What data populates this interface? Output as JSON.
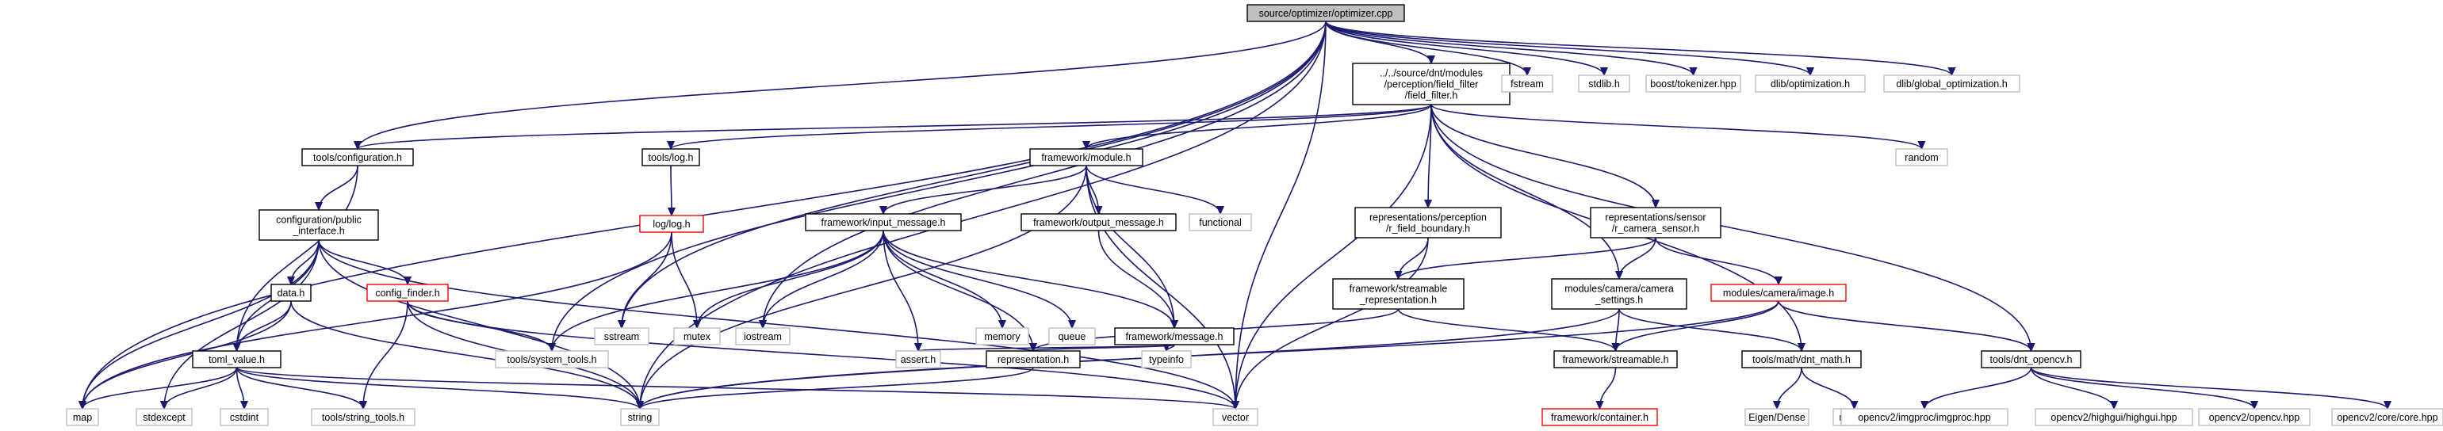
{
  "diagram": {
    "title": "",
    "colors": {
      "edge_primary": "#191970",
      "edge_secondary": "#1a1a70",
      "box_normal": "#000000",
      "box_leaf": "#bfbfbf",
      "box_missing": "#ff0000",
      "root_fill": "#bfbfbf",
      "text": "#000000"
    },
    "nodes": {
      "optimizer_cpp": {
        "lines": [
          "source/optimizer/optimizer.cpp"
        ],
        "kind": "root"
      },
      "field_filter": {
        "lines": [
          "../../source/dnt/modules",
          "/perception/field_filter",
          "/field_filter.h"
        ],
        "kind": "normal"
      },
      "fstream": {
        "lines": [
          "fstream"
        ],
        "kind": "leaf"
      },
      "stdlib": {
        "lines": [
          "stdlib.h"
        ],
        "kind": "leaf"
      },
      "tokenizer": {
        "lines": [
          "boost/tokenizer.hpp"
        ],
        "kind": "leaf"
      },
      "dlib_opt": {
        "lines": [
          "dlib/optimization.h"
        ],
        "kind": "leaf"
      },
      "dlib_global": {
        "lines": [
          "dlib/global_optimization.h"
        ],
        "kind": "leaf"
      },
      "tools_config": {
        "lines": [
          "tools/configuration.h"
        ],
        "kind": "normal"
      },
      "tools_log": {
        "lines": [
          "tools/log.h"
        ],
        "kind": "normal"
      },
      "fw_module": {
        "lines": [
          "framework/module.h"
        ],
        "kind": "normal"
      },
      "random": {
        "lines": [
          "random"
        ],
        "kind": "leaf"
      },
      "config_public": {
        "lines": [
          "configuration/public",
          "_interface.h"
        ],
        "kind": "normal"
      },
      "log_log": {
        "lines": [
          "log/log.h"
        ],
        "kind": "missing"
      },
      "fw_input": {
        "lines": [
          "framework/input_message.h"
        ],
        "kind": "normal"
      },
      "fw_output": {
        "lines": [
          "framework/output_message.h"
        ],
        "kind": "normal"
      },
      "functional": {
        "lines": [
          "functional"
        ],
        "kind": "leaf"
      },
      "rep_field_boundary": {
        "lines": [
          "representations/perception",
          "/r_field_boundary.h"
        ],
        "kind": "normal"
      },
      "rep_camera_sensor": {
        "lines": [
          "representations/sensor",
          "/r_camera_sensor.h"
        ],
        "kind": "normal"
      },
      "data_h": {
        "lines": [
          "data.h"
        ],
        "kind": "normal"
      },
      "config_finder": {
        "lines": [
          "config_finder.h"
        ],
        "kind": "missing"
      },
      "sstream": {
        "lines": [
          "sstream"
        ],
        "kind": "leaf"
      },
      "mutex": {
        "lines": [
          "mutex"
        ],
        "kind": "leaf"
      },
      "iostream": {
        "lines": [
          "iostream"
        ],
        "kind": "leaf"
      },
      "memory": {
        "lines": [
          "memory"
        ],
        "kind": "leaf"
      },
      "queue": {
        "lines": [
          "queue"
        ],
        "kind": "leaf"
      },
      "fw_message": {
        "lines": [
          "framework/message.h"
        ],
        "kind": "normal"
      },
      "fw_streamable_rep": {
        "lines": [
          "framework/streamable",
          "_representation.h"
        ],
        "kind": "normal"
      },
      "cam_settings": {
        "lines": [
          "modules/camera/camera",
          "_settings.h"
        ],
        "kind": "normal"
      },
      "cam_image": {
        "lines": [
          "modules/camera/image.h"
        ],
        "kind": "missing"
      },
      "toml_value": {
        "lines": [
          "toml_value.h"
        ],
        "kind": "normal"
      },
      "tools_system": {
        "lines": [
          "tools/system_tools.h"
        ],
        "kind": "leaf"
      },
      "assert_h": {
        "lines": [
          "assert.h"
        ],
        "kind": "leaf"
      },
      "representation": {
        "lines": [
          "representation.h"
        ],
        "kind": "normal"
      },
      "typeinfo": {
        "lines": [
          "typeinfo"
        ],
        "kind": "leaf"
      },
      "fw_streamable": {
        "lines": [
          "framework/streamable.h"
        ],
        "kind": "normal"
      },
      "dnt_math": {
        "lines": [
          "tools/math/dnt_math.h"
        ],
        "kind": "normal"
      },
      "dnt_opencv": {
        "lines": [
          "tools/dnt_opencv.h"
        ],
        "kind": "normal"
      },
      "map": {
        "lines": [
          "map"
        ],
        "kind": "leaf"
      },
      "stdexcept": {
        "lines": [
          "stdexcept"
        ],
        "kind": "leaf"
      },
      "cstdint": {
        "lines": [
          "cstdint"
        ],
        "kind": "leaf"
      },
      "string_tools": {
        "lines": [
          "tools/string_tools.h"
        ],
        "kind": "leaf"
      },
      "string": {
        "lines": [
          "string"
        ],
        "kind": "leaf"
      },
      "vector": {
        "lines": [
          "vector"
        ],
        "kind": "leaf"
      },
      "fw_container": {
        "lines": [
          "framework/container.h"
        ],
        "kind": "missing"
      },
      "eigen": {
        "lines": [
          "Eigen/Dense"
        ],
        "kind": "leaf"
      },
      "math_h": {
        "lines": [
          "math.h"
        ],
        "kind": "leaf"
      },
      "cv_imgproc": {
        "lines": [
          "opencv2/imgproc/imgproc.hpp"
        ],
        "kind": "leaf"
      },
      "cv_highgui": {
        "lines": [
          "opencv2/highgui/highgui.hpp"
        ],
        "kind": "leaf"
      },
      "cv_opencv": {
        "lines": [
          "opencv2/opencv.hpp"
        ],
        "kind": "leaf"
      },
      "cv_core": {
        "lines": [
          "opencv2/core/core.hpp"
        ],
        "kind": "leaf"
      }
    },
    "edges": [
      [
        "optimizer_cpp",
        "field_filter"
      ],
      [
        "optimizer_cpp",
        "fstream"
      ],
      [
        "optimizer_cpp",
        "stdlib"
      ],
      [
        "optimizer_cpp",
        "tokenizer"
      ],
      [
        "optimizer_cpp",
        "dlib_opt"
      ],
      [
        "optimizer_cpp",
        "dlib_global"
      ],
      [
        "optimizer_cpp",
        "tools_config"
      ],
      [
        "optimizer_cpp",
        "map"
      ],
      [
        "optimizer_cpp",
        "string"
      ],
      [
        "optimizer_cpp",
        "vector"
      ],
      [
        "optimizer_cpp",
        "iostream"
      ],
      [
        "optimizer_cpp",
        "sstream"
      ],
      [
        "optimizer_cpp",
        "tools_system"
      ],
      [
        "field_filter",
        "tools_config"
      ],
      [
        "field_filter",
        "tools_log"
      ],
      [
        "field_filter",
        "fw_module"
      ],
      [
        "field_filter",
        "random"
      ],
      [
        "field_filter",
        "rep_field_boundary"
      ],
      [
        "field_filter",
        "rep_camera_sensor"
      ],
      [
        "field_filter",
        "cam_settings"
      ],
      [
        "field_filter",
        "dnt_math"
      ],
      [
        "field_filter",
        "dnt_opencv"
      ],
      [
        "field_filter",
        "vector"
      ],
      [
        "tools_config",
        "config_public"
      ],
      [
        "tools_config",
        "toml_value"
      ],
      [
        "tools_log",
        "log_log"
      ],
      [
        "log_log",
        "sstream"
      ],
      [
        "log_log",
        "mutex"
      ],
      [
        "log_log",
        "map"
      ],
      [
        "fw_module",
        "fw_input"
      ],
      [
        "fw_module",
        "fw_output"
      ],
      [
        "fw_module",
        "functional"
      ],
      [
        "fw_module",
        "fw_message"
      ],
      [
        "fw_module",
        "string"
      ],
      [
        "fw_module",
        "vector"
      ],
      [
        "config_public",
        "data_h"
      ],
      [
        "config_public",
        "config_finder"
      ],
      [
        "config_public",
        "toml_value"
      ],
      [
        "config_public",
        "map"
      ],
      [
        "config_public",
        "string"
      ],
      [
        "config_public",
        "vector"
      ],
      [
        "config_public",
        "stdexcept"
      ],
      [
        "data_h",
        "toml_value"
      ],
      [
        "data_h",
        "map"
      ],
      [
        "data_h",
        "string"
      ],
      [
        "config_finder",
        "tools_system"
      ],
      [
        "config_finder",
        "string_tools"
      ],
      [
        "config_finder",
        "string"
      ],
      [
        "config_finder",
        "vector"
      ],
      [
        "fw_input",
        "mutex"
      ],
      [
        "fw_input",
        "iostream"
      ],
      [
        "fw_input",
        "memory"
      ],
      [
        "fw_input",
        "queue"
      ],
      [
        "fw_input",
        "fw_message"
      ],
      [
        "fw_input",
        "assert_h"
      ],
      [
        "fw_input",
        "representation"
      ],
      [
        "fw_input",
        "tools_system"
      ],
      [
        "fw_output",
        "fw_message"
      ],
      [
        "fw_message",
        "assert_h"
      ],
      [
        "fw_message",
        "representation"
      ],
      [
        "fw_message",
        "typeinfo"
      ],
      [
        "rep_field_boundary",
        "fw_streamable_rep"
      ],
      [
        "rep_field_boundary",
        "vector"
      ],
      [
        "rep_camera_sensor",
        "fw_streamable_rep"
      ],
      [
        "rep_camera_sensor",
        "cam_settings"
      ],
      [
        "rep_camera_sensor",
        "cam_image"
      ],
      [
        "fw_streamable_rep",
        "representation"
      ],
      [
        "fw_streamable_rep",
        "fw_streamable"
      ],
      [
        "cam_settings",
        "fw_streamable"
      ],
      [
        "cam_settings",
        "dnt_math"
      ],
      [
        "cam_settings",
        "string"
      ],
      [
        "cam_image",
        "fw_streamable"
      ],
      [
        "cam_image",
        "dnt_opencv"
      ],
      [
        "cam_image",
        "string"
      ],
      [
        "toml_value",
        "map"
      ],
      [
        "toml_value",
        "stdexcept"
      ],
      [
        "toml_value",
        "cstdint"
      ],
      [
        "toml_value",
        "string_tools"
      ],
      [
        "toml_value",
        "string"
      ],
      [
        "toml_value",
        "vector"
      ],
      [
        "representation",
        "string"
      ],
      [
        "fw_streamable",
        "fw_container"
      ],
      [
        "dnt_math",
        "eigen"
      ],
      [
        "dnt_math",
        "math_h"
      ],
      [
        "dnt_opencv",
        "cv_imgproc"
      ],
      [
        "dnt_opencv",
        "cv_highgui"
      ],
      [
        "dnt_opencv",
        "cv_opencv"
      ],
      [
        "dnt_opencv",
        "cv_core"
      ]
    ]
  }
}
